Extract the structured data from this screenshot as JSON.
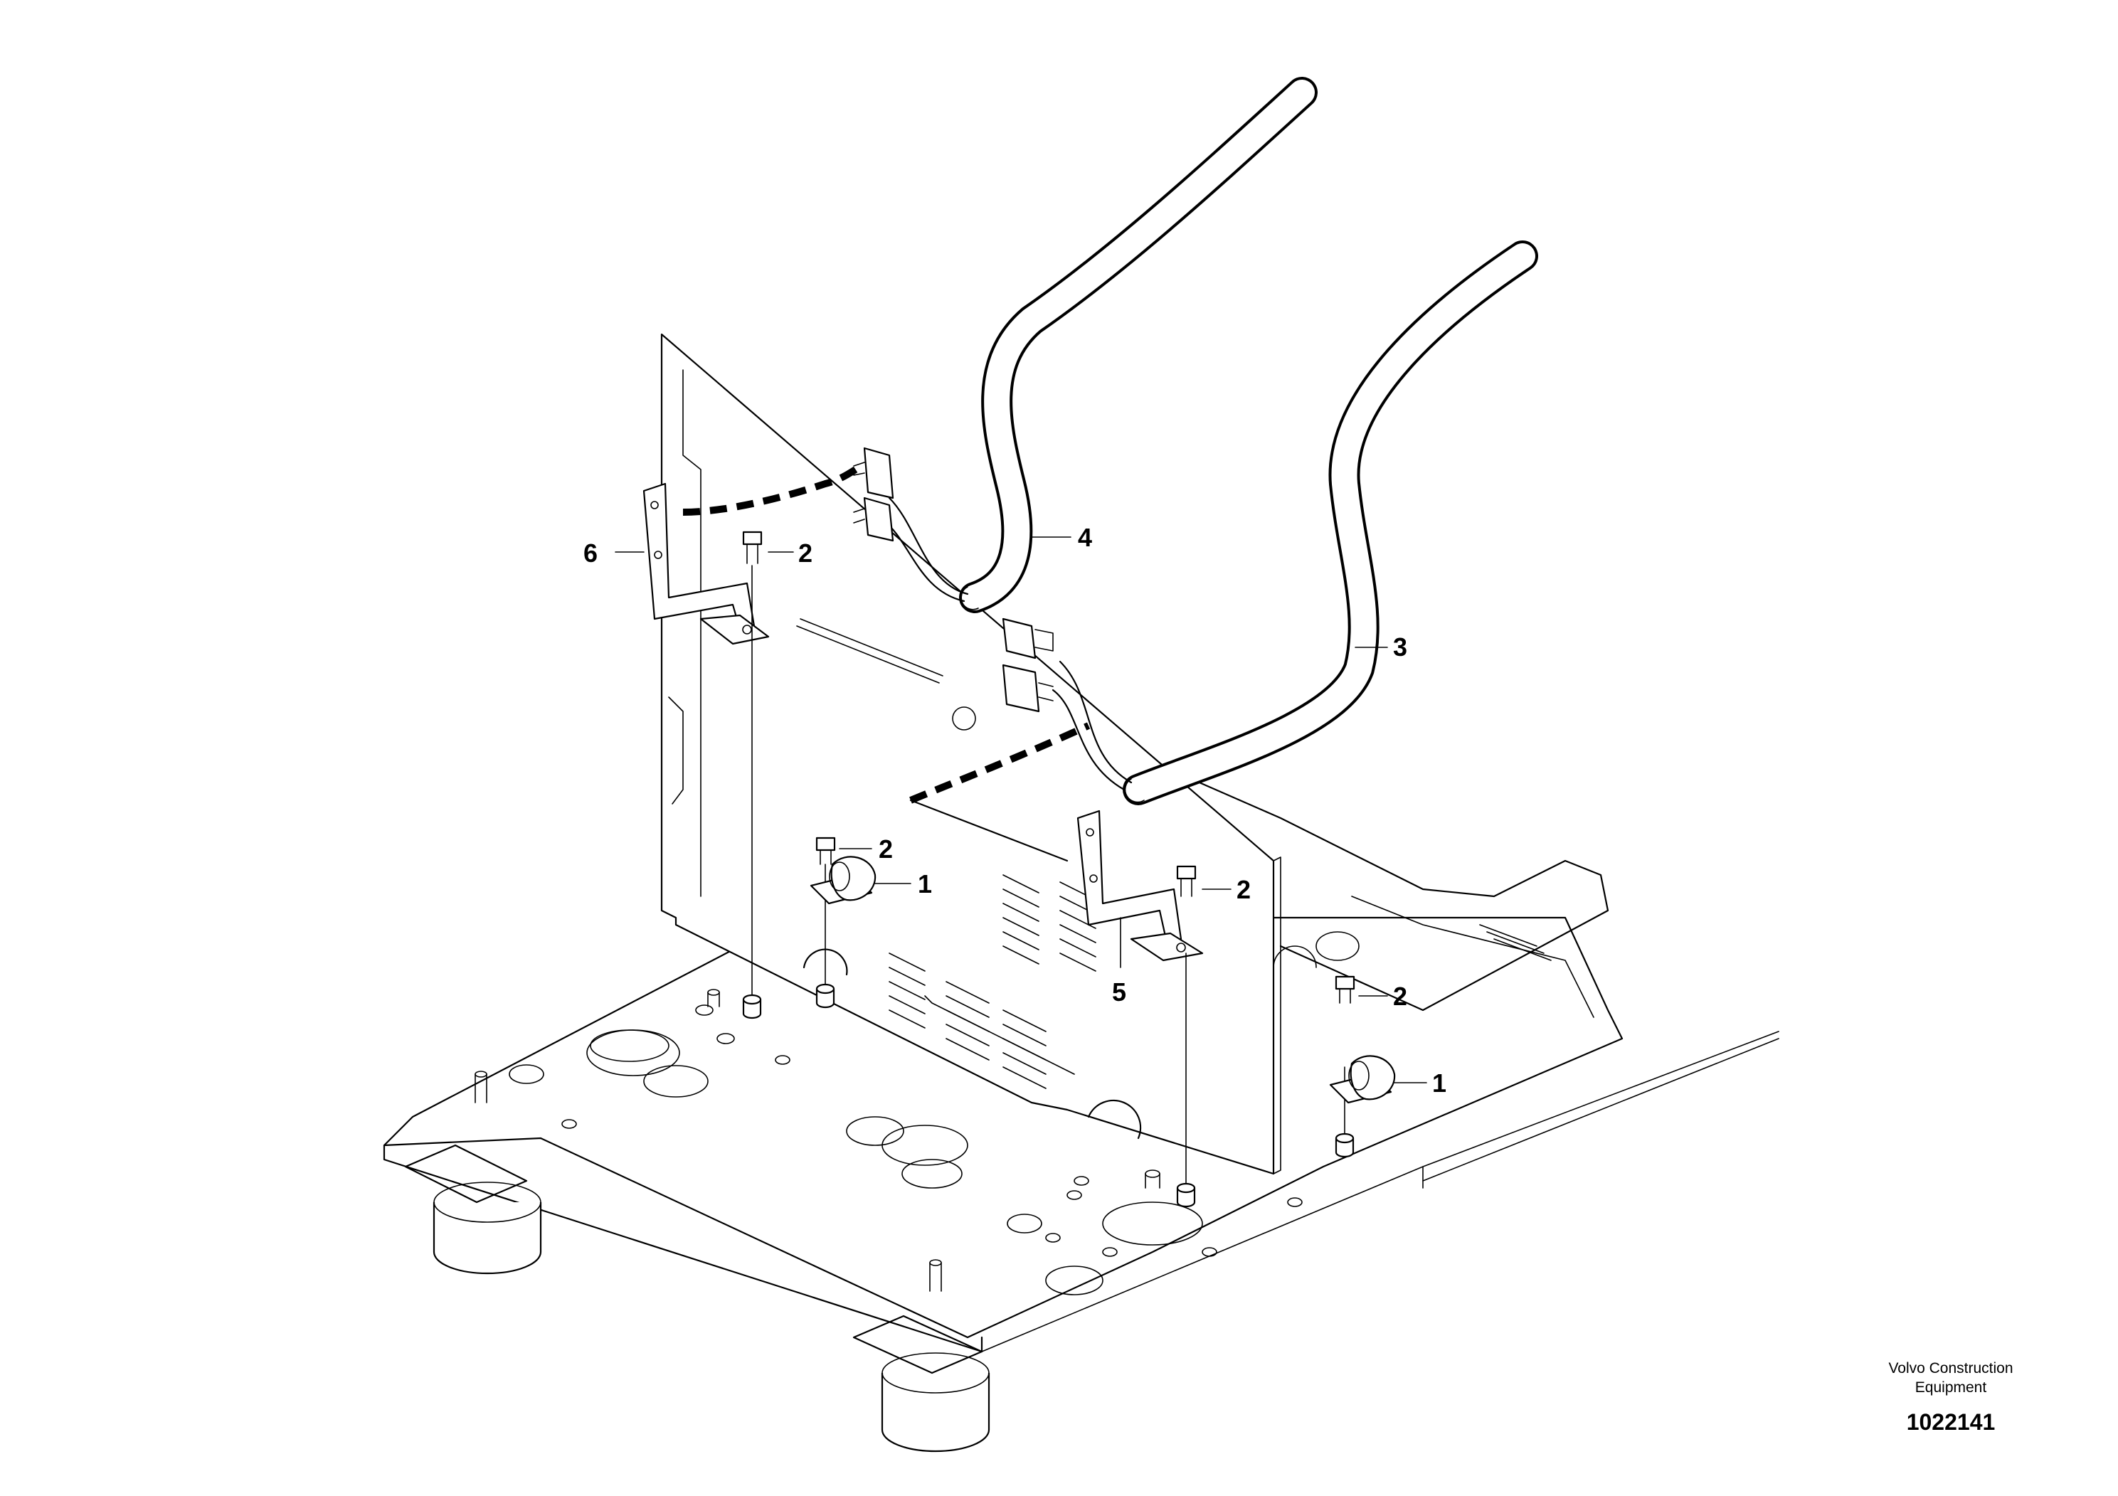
{
  "callouts": {
    "c1_left": "1",
    "c1_right": "1",
    "c2_top": "2",
    "c2_mid": "2",
    "c2_center": "2",
    "c2_right": "2",
    "c3": "3",
    "c4": "4",
    "c5": "5",
    "c6": "6"
  },
  "footer": {
    "brand_line1": "Volvo Construction",
    "brand_line2": "Equipment",
    "document_number": "1022141"
  },
  "icons": [
    "bolt-icon",
    "clip-icon",
    "bracket-icon",
    "harness-icon",
    "connector-icon"
  ]
}
